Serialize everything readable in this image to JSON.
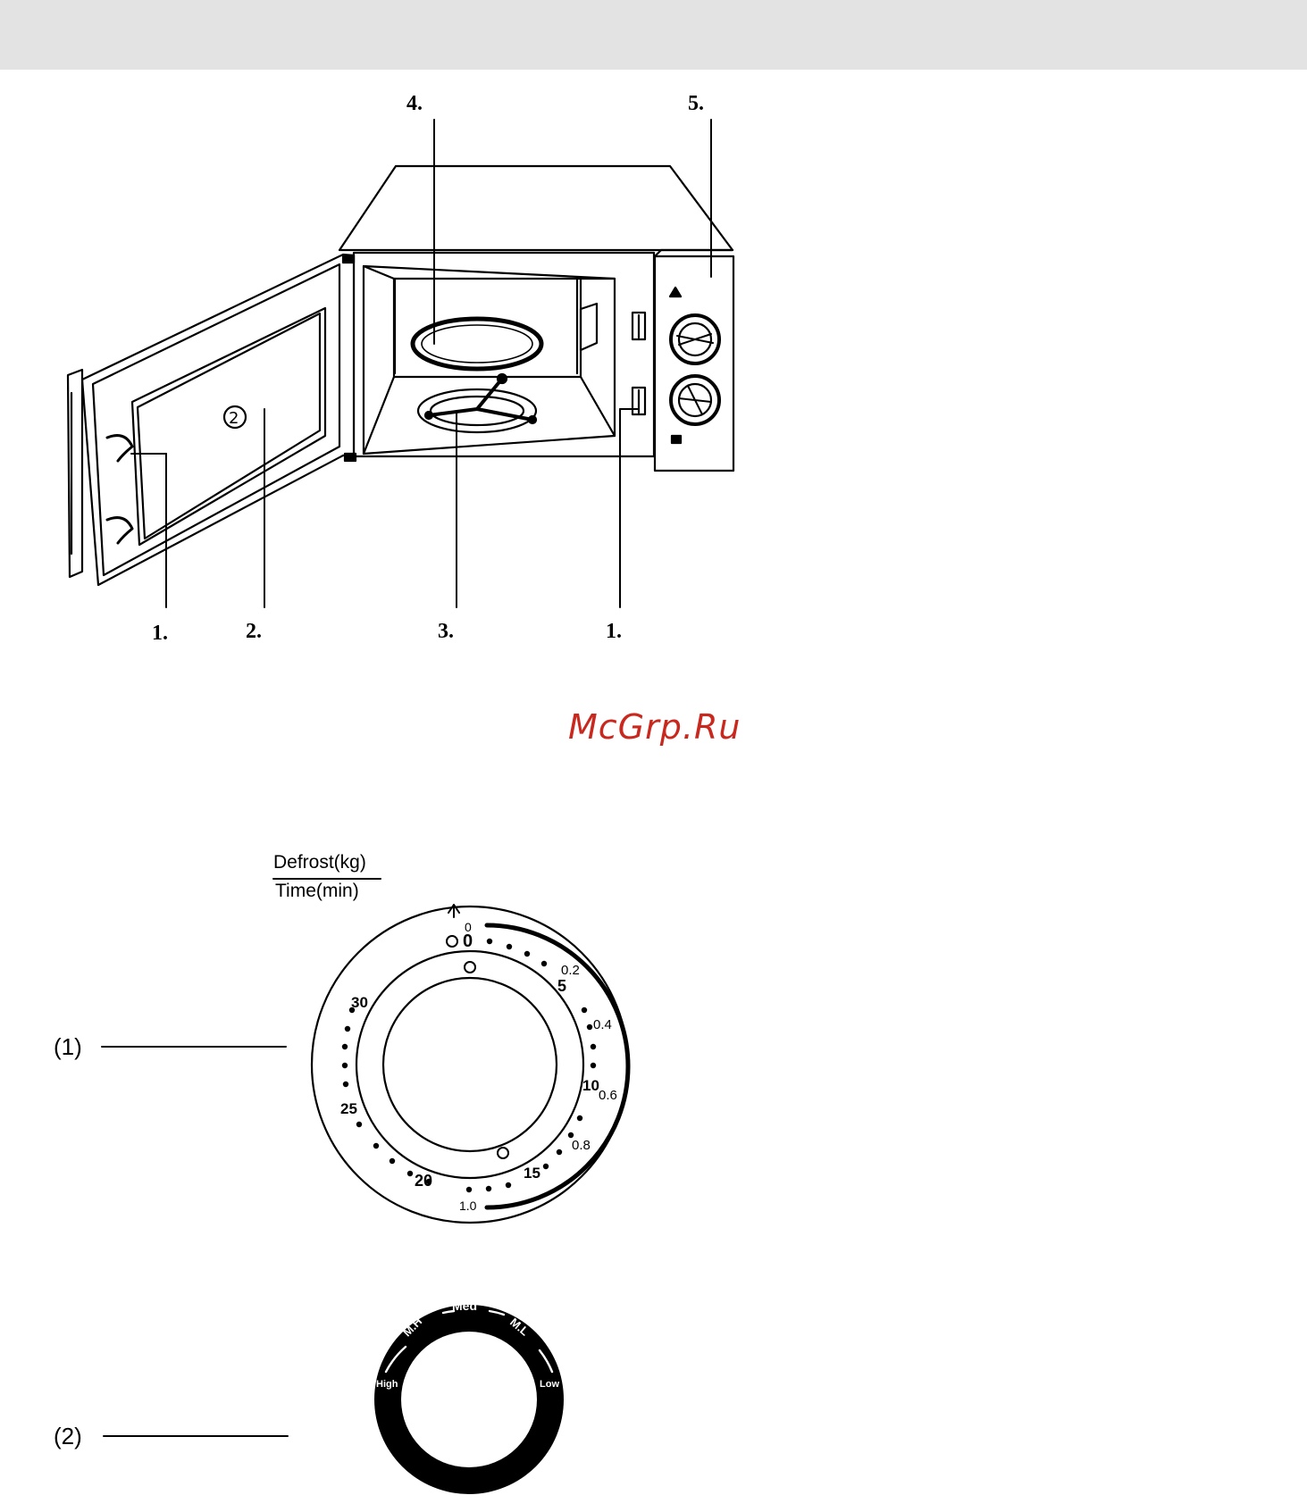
{
  "callouts": [
    "1.",
    "2.",
    "3.",
    "1.",
    "4.",
    "5."
  ],
  "watermark": "McGrp.Ru",
  "timer_dial": {
    "header_top": "Defrost(kg)",
    "header_bottom": "Time(min)",
    "pointer_label": "(1)",
    "time_marks": [
      "0",
      "5",
      "10",
      "15",
      "20",
      "25",
      "30"
    ],
    "defrost_marks": [
      "0",
      "0.2",
      "0.4",
      "0.6",
      "0.8",
      "1.0"
    ]
  },
  "power_dial": {
    "pointer_label": "(2)",
    "levels": [
      "High",
      "M.H",
      "Med",
      "M.L",
      "Low"
    ]
  }
}
